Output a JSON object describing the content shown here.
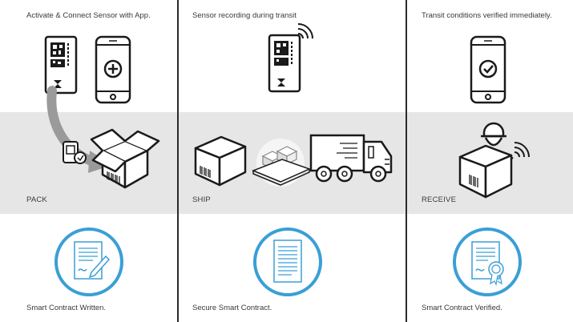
{
  "columns": [
    {
      "top_text": "Activate & Connect Sensor with App.",
      "stage": "PACK",
      "bottom_text": "Smart Contract Written."
    },
    {
      "top_text": "Sensor recording during transit",
      "stage": "SHIP",
      "bottom_text": "Secure Smart Contract."
    },
    {
      "top_text": "Transit conditions verified immediately.",
      "stage": "RECEIVE",
      "bottom_text": "Smart Contract Verified."
    }
  ],
  "colors": {
    "band": "#e6e6e6",
    "accent_blue": "#3a9fd6",
    "line": "#1a1a1a",
    "arrow_gray": "#9a9a9a"
  },
  "icons": {
    "col1_top": [
      "sensor-tag-icon",
      "phone-plus-icon"
    ],
    "col1_mid": [
      "curved-arrow-icon",
      "sensor-device-icon",
      "open-box-icon"
    ],
    "col1_bottom": "contract-pen-icon",
    "col2_top": "sensor-wireless-icon",
    "col2_mid": [
      "box-icon",
      "pallet-icon",
      "truck-icon"
    ],
    "col2_bottom": "document-icon",
    "col3_top": "phone-check-icon",
    "col3_mid": [
      "worker-box-wireless-icon"
    ],
    "col3_bottom": "certificate-icon"
  }
}
